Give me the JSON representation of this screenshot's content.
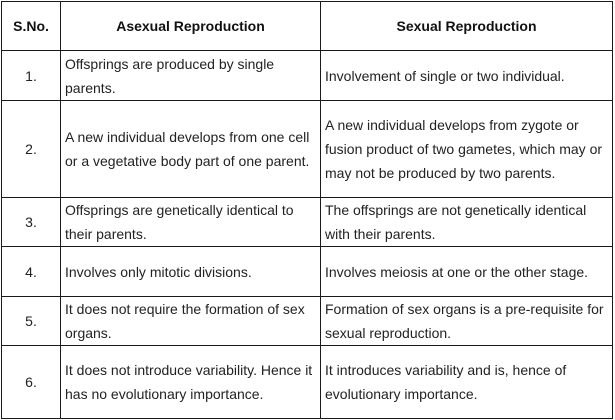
{
  "table": {
    "headers": [
      "S.No.",
      "Asexual Reproduction",
      "Sexual Reproduction"
    ],
    "rows": [
      {
        "sno": "1.",
        "asexual": "Offsprings are produced by single parents.",
        "sexual": "Involvement of single or two individual."
      },
      {
        "sno": "2.",
        "asexual": "A new individual develops from one cell or a vegetative body part of one parent.",
        "sexual": "A new individual develops from zygote or fusion product of two gametes, which may or may not be produced by two parents."
      },
      {
        "sno": "3.",
        "asexual": "Offsprings are genetically identical to their parents.",
        "sexual": "The offsprings are not genetically identical with their parents."
      },
      {
        "sno": "4.",
        "asexual": "Involves only mitotic divisions.",
        "sexual": "Involves meiosis at one or the other stage."
      },
      {
        "sno": "5.",
        "asexual": "It does not require the formation of sex organs.",
        "sexual": "Formation of sex organs is a pre-requisite for sexual reproduction."
      },
      {
        "sno": "6.",
        "asexual": "It does not introduce variability. Hence it has no evolutionary importance.",
        "sexual": "It introduces variability and is, hence of evolutionary importance."
      }
    ]
  }
}
